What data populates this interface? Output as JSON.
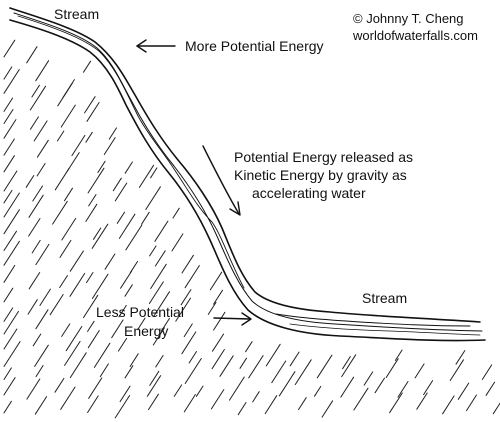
{
  "labels": {
    "stream_top": "Stream",
    "more_potential": "More Potential Energy",
    "released_line1": "Potential Energy released as",
    "released_line2": "Kinetic Energy by gravity as",
    "released_line3": "accelerating water",
    "less_potential_line1": "Less Potential",
    "less_potential_line2": "Energy",
    "stream_bottom": "Stream"
  },
  "credit": {
    "copyright": "© Johnny T. Cheng",
    "website": "worldofwaterfalls.com"
  },
  "colors": {
    "ink": "#111111",
    "paper": "#ffffff"
  }
}
